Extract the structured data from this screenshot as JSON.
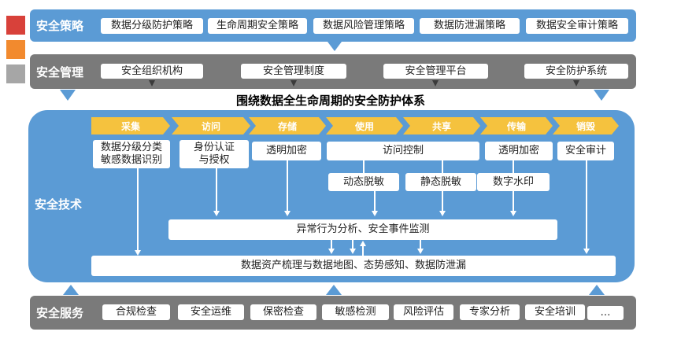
{
  "legend": {
    "colors": [
      "#d8413a",
      "#f28a2e",
      "#a6a6a6"
    ]
  },
  "policy": {
    "title": "安全策略",
    "color": "#5b9bd5",
    "items": [
      "数据分级防护策略",
      "生命周期安全策略",
      "数据风险管理策略",
      "数据防泄漏策略",
      "数据安全审计策略"
    ]
  },
  "management": {
    "title": "安全管理",
    "color": "#7a7a7a",
    "items": [
      "安全组织机构",
      "安全管理制度",
      "安全管理平台",
      "安全防护系统"
    ]
  },
  "diagram_title": "围绕数据全生命周期的安全防护体系",
  "technology": {
    "title": "安全技术",
    "color": "#5b9bd5",
    "stages": [
      "采集",
      "访问",
      "存储",
      "使用",
      "共享",
      "传输",
      "销毁"
    ],
    "boxes": {
      "classify": "数据分级分类\n敏感数据识别",
      "auth": "身份认证\n与授权",
      "encrypt_storage": "透明加密",
      "access_control": "访问控制",
      "encrypt_transfer": "透明加密",
      "audit": "安全审计",
      "dynamic_mask": "动态脱敏",
      "static_mask": "静态脱敏",
      "watermark": "数字水印",
      "behavior": "异常行为分析、安全事件监测",
      "asset": "数据资产梳理与数据地图、态势感知、数据防泄漏"
    }
  },
  "services": {
    "title": "安全服务",
    "color": "#7a7a7a",
    "items": [
      "合规检查",
      "安全运维",
      "保密检查",
      "敏感检测",
      "风险评估",
      "专家分析",
      "安全培训",
      "…"
    ]
  }
}
